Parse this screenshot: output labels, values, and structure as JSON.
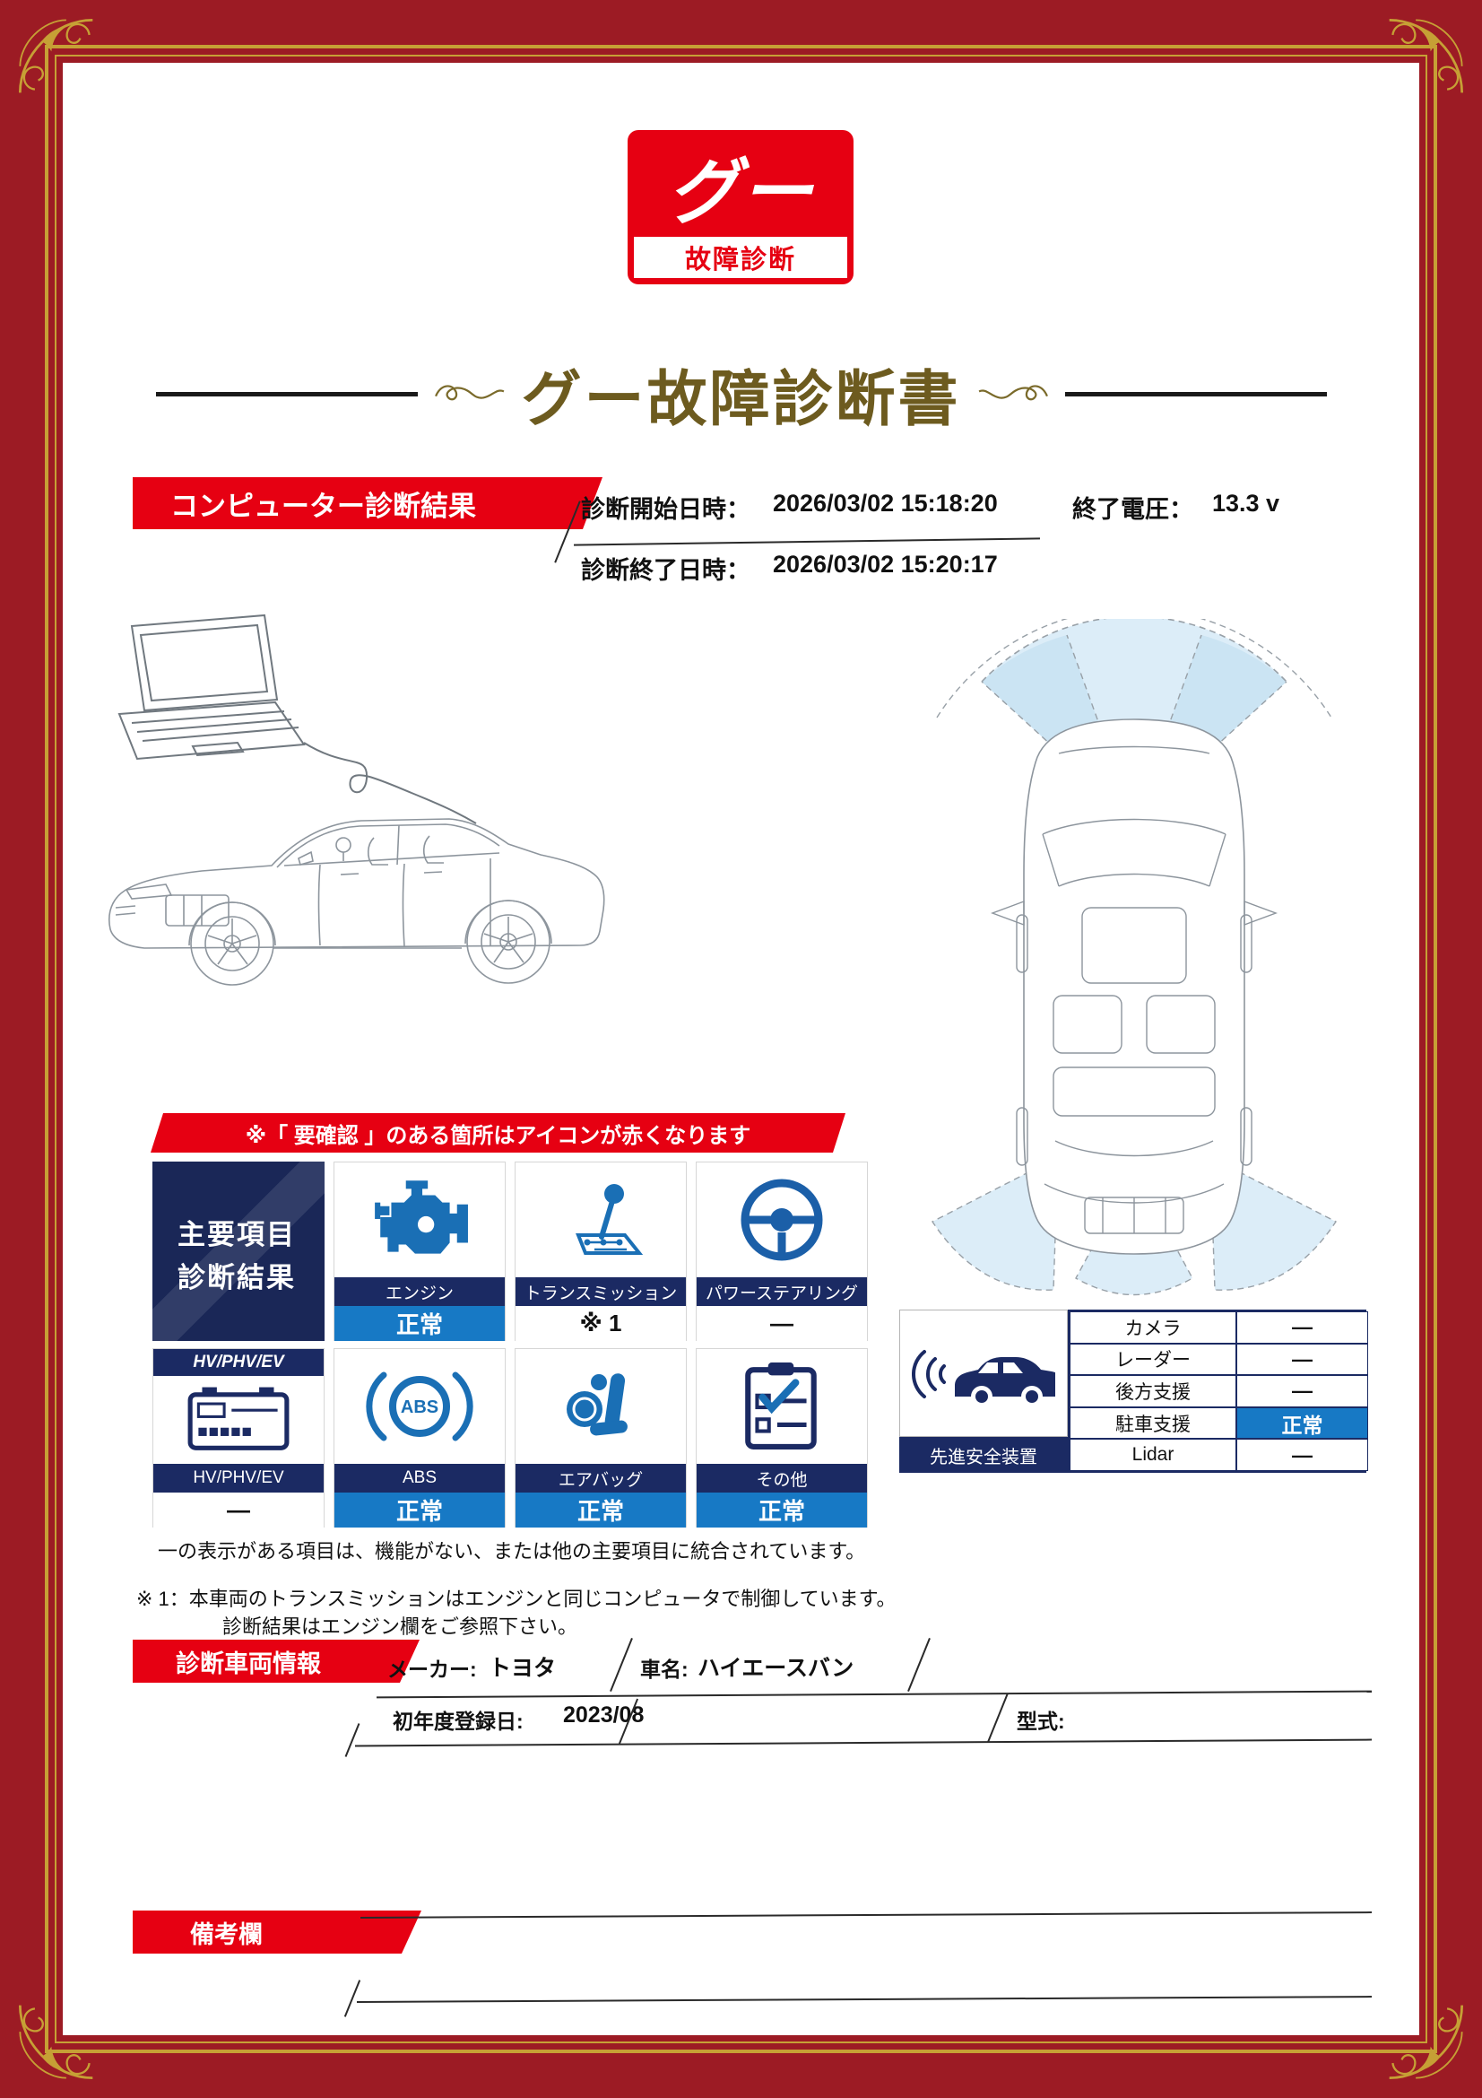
{
  "colors": {
    "maroon_border": "#9c1b24",
    "gold_frame": "#c6a035",
    "brand_red": "#e60012",
    "navy": "#1b2a63",
    "status_blue": "#1779c5",
    "icon_blue": "#1a6fb5",
    "title_brown": "#6d5b1f"
  },
  "logo": {
    "brand": "グー",
    "caption": "故障診断"
  },
  "title": "グー故障診断書",
  "diagnosis": {
    "banner": "コンピューター診断結果",
    "start_label": "診断開始日時：",
    "start_value": "2026/03/02 15:18:20",
    "voltage_label": "終了電圧：",
    "voltage_value": "13.3 v",
    "end_label": "診断終了日時：",
    "end_value": "2026/03/02 15:20:17"
  },
  "notice": "※「 要確認 」のある箇所はアイコンが赤くなります",
  "summary": {
    "header_line1": "主要項目",
    "header_line2": "診断結果",
    "hv_header": "HV/PHV/EV",
    "items": [
      {
        "label": "エンジン",
        "status": "正常",
        "icon": "engine-icon"
      },
      {
        "label": "トランスミッション",
        "status": "※ 1",
        "icon": "transmission-icon"
      },
      {
        "label": "パワーステアリング",
        "status": "—",
        "icon": "steering-wheel-icon"
      },
      {
        "label": "HV/PHV/EV",
        "status": "—",
        "icon": "hv-battery-icon"
      },
      {
        "label": "ABS",
        "status": "正常",
        "icon": "abs-icon"
      },
      {
        "label": "エアバッグ",
        "status": "正常",
        "icon": "airbag-icon"
      },
      {
        "label": "その他",
        "status": "正常",
        "icon": "checklist-icon"
      }
    ]
  },
  "adas": {
    "icon": "car-sensor-waves-icon",
    "label": "先進安全装置",
    "rows": [
      {
        "name": "カメラ",
        "value": "—"
      },
      {
        "name": "レーダー",
        "value": "—"
      },
      {
        "name": "後方支援",
        "value": "—"
      },
      {
        "name": "駐車支援",
        "value": "正常"
      },
      {
        "name": "Lidar",
        "value": "—"
      }
    ]
  },
  "notes": {
    "dash_note": "一の表示がある項目は、機能がない、または他の主要項目に統合されています。",
    "footnote_line1": "※ 1：本車両のトランスミッションはエンジンと同じコンピュータで制御しています。",
    "footnote_line2": "診断結果はエンジン欄をご参照下さい。"
  },
  "vehicle": {
    "banner": "診断車両情報",
    "maker_label": "メーカー:",
    "maker_value": "トヨタ",
    "name_label": "車名:",
    "name_value": "ハイエースバン",
    "first_reg_label": "初年度登録日:",
    "first_reg_value": "2023/08",
    "model_label": "型式:"
  },
  "remarks": {
    "banner": "備考欄"
  }
}
